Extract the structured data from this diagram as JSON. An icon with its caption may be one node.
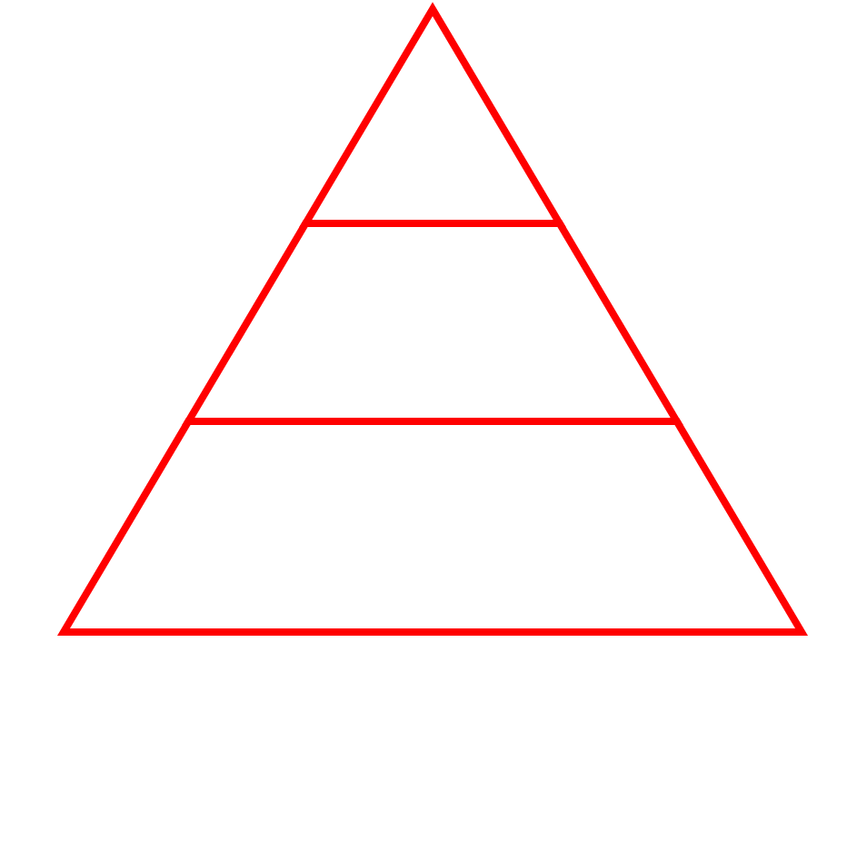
{
  "diagram": {
    "nodes": [
      {
        "text": [],
        "shape": "triangle"
      },
      {
        "text": [],
        "shape": "trapezoid"
      },
      {
        "text": [],
        "shape": "trapezoid"
      }
    ]
  }
}
